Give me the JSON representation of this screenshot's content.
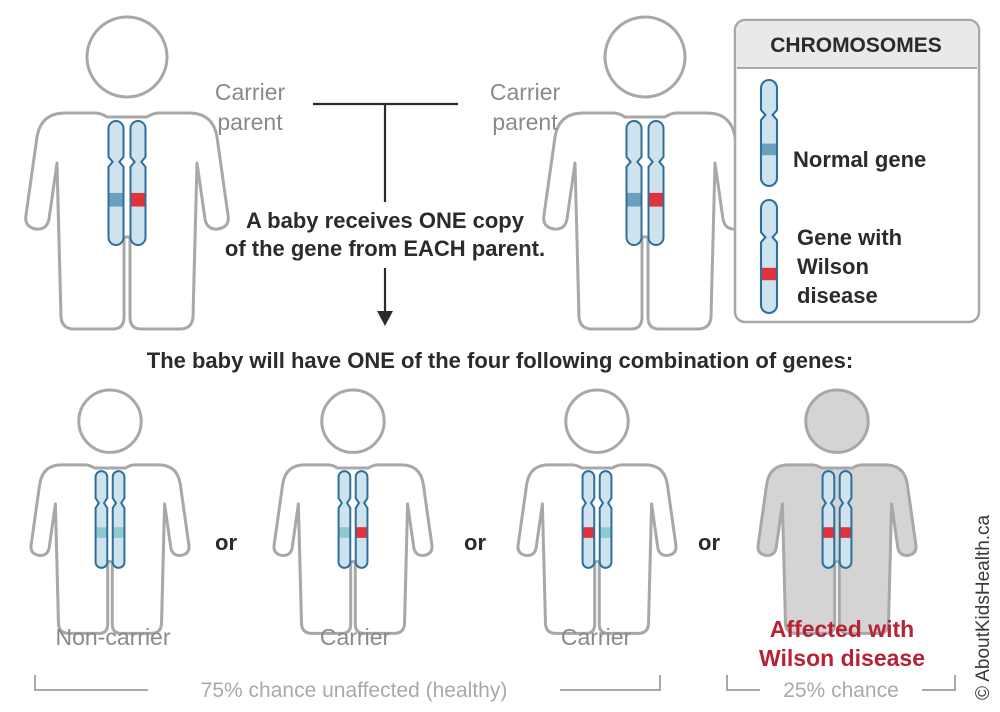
{
  "legend": {
    "title": "CHROMOSOMES",
    "normal_label": "Normal gene",
    "disease_label_lines": [
      "Gene with",
      "Wilson",
      "disease"
    ]
  },
  "parents": {
    "left_label_lines": [
      "Carrier",
      "parent"
    ],
    "right_label_lines": [
      "Carrier",
      "parent"
    ]
  },
  "inheritance_note_lines": [
    "A baby receives ONE copy",
    "of the gene from EACH parent."
  ],
  "combination_heading": "The baby will have ONE of the four following combination of genes:",
  "children": [
    {
      "label_lines": [
        "Non-carrier"
      ],
      "genes": [
        "normal",
        "normal"
      ],
      "affected": false
    },
    {
      "label_lines": [
        "Carrier"
      ],
      "genes": [
        "normal",
        "disease"
      ],
      "affected": false
    },
    {
      "label_lines": [
        "Carrier"
      ],
      "genes": [
        "disease",
        "normal"
      ],
      "affected": false
    },
    {
      "label_lines": [
        "Affected with",
        "Wilson disease"
      ],
      "genes": [
        "disease",
        "disease"
      ],
      "affected": true
    }
  ],
  "separator": "or",
  "brackets": {
    "unaffected": "75% chance unaffected (healthy)",
    "affected": "25% chance"
  },
  "credit": "© AboutKidsHealth.ca",
  "colors": {
    "outline": "#a8a8a8",
    "chromosome_fill": "#cfe3ee",
    "chromosome_stroke": "#2f6f9c",
    "parent_normal_band": "#6aa0bd",
    "child_normal_band": "#8ec9cf",
    "disease_band": "#e1323c",
    "affected_body": "#d4d4d4",
    "red_text": "#b82234"
  }
}
